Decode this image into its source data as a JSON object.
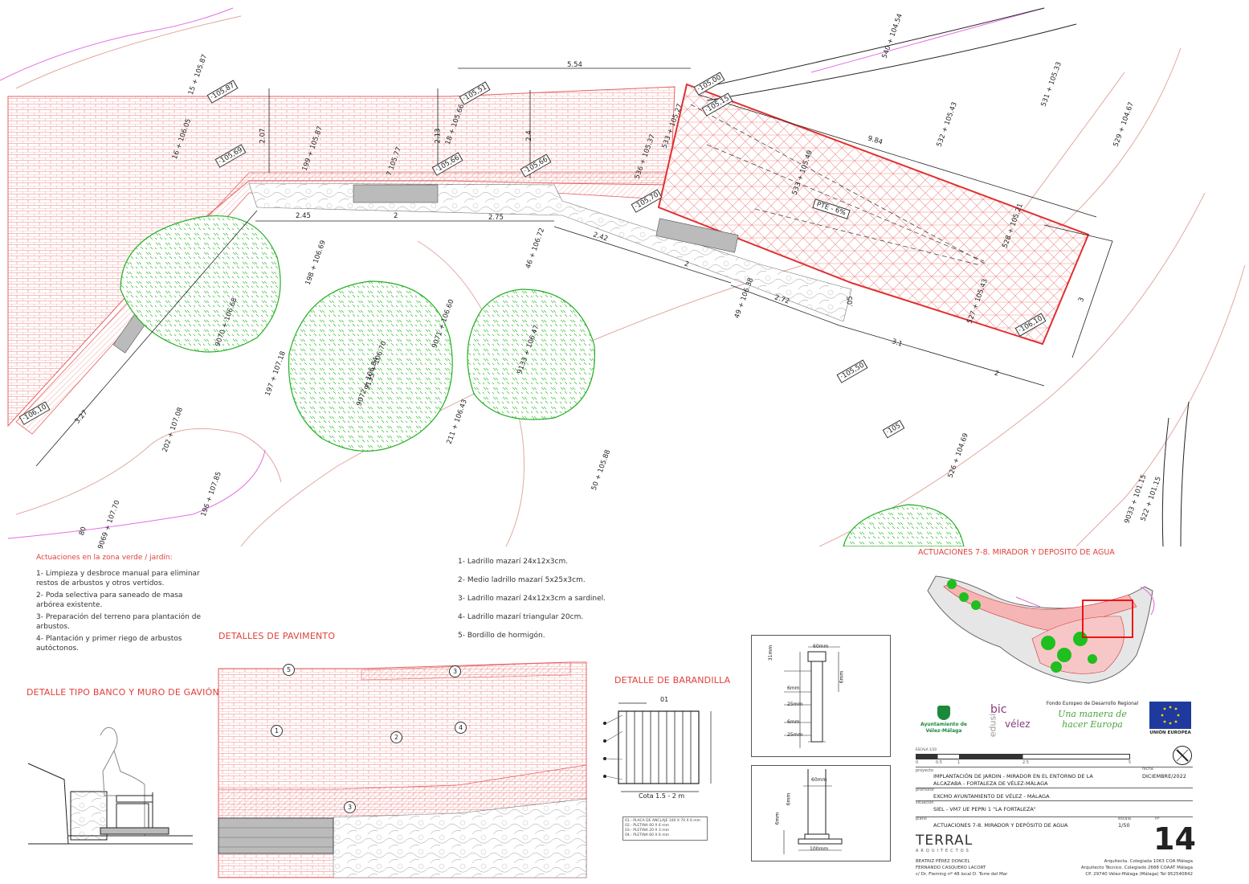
{
  "plan": {
    "spot_heights": [
      "·105,87",
      "·105,51",
      "·105,00",
      "·105,15",
      "·105,69",
      "·105,66",
      "·105,66",
      "·105,70",
      "·106,10",
      "·105,50",
      "·105",
      "·106,10"
    ],
    "point_labels": [
      "15 + 105.87",
      "16 + 106.05",
      "199 + 105.87",
      "7 105.77",
      "18 + 105.66",
      "536 + 105.37",
      "533 + 105.27",
      "533 + 105.49",
      "532 + 105.43",
      "531 + 105.33",
      "529 + 104.67",
      "528 + 105.21",
      "527 + 105.43",
      "198 + 106.69",
      "46 + 106.72",
      "49 + 106.38",
      "9070 + 106.68",
      "9071 + 106.60",
      "9072 + 106.84",
      "9135 + 106.70",
      "9133 + 106.47",
      "197 + 107.18",
      "202 + 107.08",
      "211 + 106.43",
      "196 + 107.85",
      "50 + 105.88",
      "526 + 104.69",
      "80",
      "9069 + 107.70",
      "9033 + 101.15",
      "522 + 101.15",
      "540 + 104.54"
    ],
    "dimensions": [
      "5.54",
      "9.84",
      "2.07",
      "2.13",
      "2.4",
      "2.45",
      "2",
      "2.75",
      "2.42",
      "2",
      "2.72",
      "3.1",
      "2",
      "3",
      "3.27",
      ".05"
    ],
    "slope_label": "PTE - 6%"
  },
  "notes": {
    "green_title": "Actuaciones en la zona verde / jardín:",
    "green_items": [
      "1- Limpieza y desbroce manual para eliminar restos de arbustos y otros vertidos.",
      "2- Poda selectiva para saneado de masa arbórea existente.",
      "3- Preparación del terreno para plantación de arbustos.",
      "4- Plantación y primer riego de arbustos autóctonos."
    ],
    "paving_items": [
      "1- Ladrillo mazarí 24x12x3cm.",
      "2- Medio ladrillo mazarí 5x25x3cm.",
      "3- Ladrillo mazarí 24x12x3cm a sardinel.",
      "4- Ladrillo mazarí triangular 20cm.",
      "5- Bordillo de hormigón."
    ]
  },
  "details": {
    "bench_title": "DETALLE TIPO BANCO Y MURO DE GAVIÓN",
    "paving_title": "DETALLES DE PAVIMENTO",
    "railing_title": "DETALLE DE BARANDILLA",
    "railing_dim_top": "01",
    "railing_dim_bottom": "Cota 1.5 - 2 m",
    "railing_legend": [
      "01.- PLACA DE ANCLAJE 100 X 70 X 6 mm",
      "02.- PLETINA 60 X 6 mm",
      "03.- PLETINA 20 X 3 mm",
      "04.- PLETINA 60 X 6 mm"
    ],
    "paving_markers": [
      "5",
      "3",
      "1",
      "2",
      "4",
      "3"
    ],
    "profile_dims_top": [
      "60mm",
      "31mm",
      "6mm",
      "6mm",
      "25mm",
      "6mm",
      "25mm"
    ],
    "profile_dims_bottom": [
      "60mm",
      "6mm",
      "6mm",
      "100mm"
    ]
  },
  "location": {
    "title": "ACTUACIONES 7-8. MIRADOR Y DEPOSITO DE AGUA"
  },
  "logos": {
    "ayto": "Ayuntamiento de Vélez-Málaga",
    "edusi": "edusi",
    "bic": "bic",
    "velez": "vélez",
    "feder_title": "Fondo Europeo de Desarrollo Regional",
    "feder_motto": "Una manera de hacer Europa",
    "eu": "UNIÓN EUROPEA"
  },
  "title_block": {
    "scale_label": "ESCALA 1/10",
    "scale_ticks": [
      "0",
      "0.5",
      "1",
      "2.5",
      "5"
    ],
    "proyecto_label": "proyecto",
    "proyecto": "IMPLANTACIÓN DE JARDIN - MIRADOR EN EL ENTORNO DE LA ALCAZABA - FORTALEZA DE VÉLEZ-MÁLAGA",
    "fecha_label": "fecha",
    "fecha": "DICIEMBRE/2022",
    "promotor_label": "promotor",
    "promotor": "EXCMO AYUNTAMIENTO DE VÉLEZ - MÁLAGA",
    "situacion_label": "situación",
    "situacion": "SIEL - VM7 UE PEPRI 1 \"LA FORTALEZA\"",
    "plano_label": "plano",
    "plano": "ACTUACIONES 7-8. MIRADOR Y DEPÓSITO DE AGUA",
    "escala_label": "escala",
    "escala": "1/50",
    "num_label": "nº",
    "sheet_number": "14",
    "firm": "TERRAL",
    "firm_sub": "ARQUITECTOS",
    "authors": [
      "BEATRIZ PÉREZ DONCEL",
      "FERNANDO CASQUERO LACORT",
      "c/ Dr. Fleming nº 48 local D. Torre del Mar"
    ],
    "credits": [
      "Arquitecta. Colegiada 1063 COA Málaga",
      "Arquitecto Técnico. Colegiado 2688 COAAT Málaga",
      "CP. 29740 Vélez-Málaga (Málaga) Tel 952540842"
    ]
  }
}
